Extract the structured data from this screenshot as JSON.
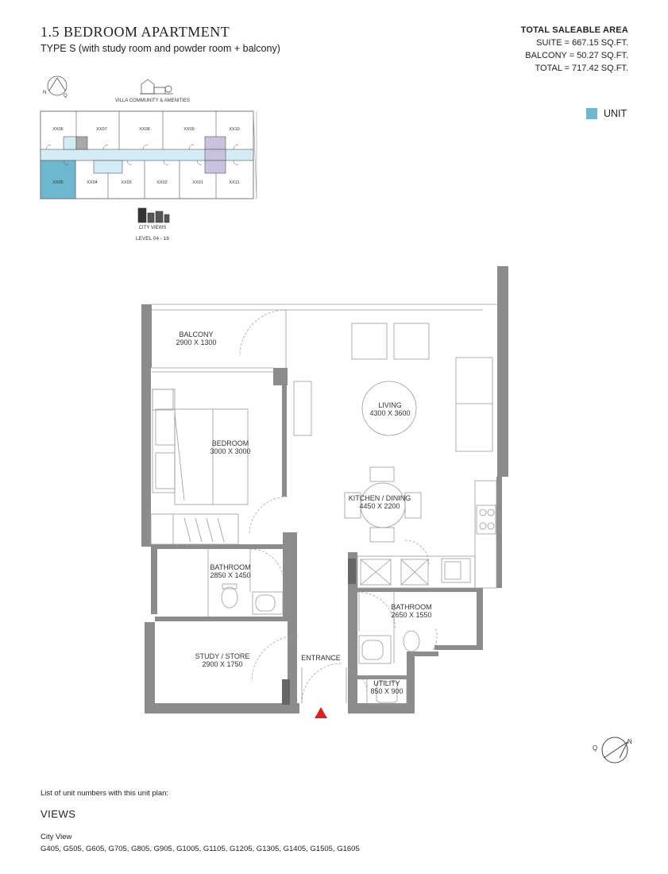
{
  "header": {
    "title": "1.5 BEDROOM APARTMENT",
    "subtitle": "TYPE S (with study room and powder room + balcony)"
  },
  "area": {
    "heading": "TOTAL SALEABLE AREA",
    "suite": "SUITE = 667.15 SQ.FT.",
    "balcony": "BALCONY = 50.27 SQ.FT.",
    "total": "TOTAL = 717.42 SQ.FT."
  },
  "legend": {
    "label": "UNIT",
    "color": "#6db7d1"
  },
  "keyplan": {
    "top_label": "VILLA COMMUNITY & AMENITIES",
    "bottom_label": "CITY VIEWS",
    "level": "LEVEL 04 - 16",
    "compass_n": "N",
    "compass_q": "Q",
    "top_units": [
      "XX06",
      "XX07",
      "XX08",
      "XX09",
      "XX10"
    ],
    "bottom_units": [
      "XX05",
      "XX04",
      "XX03",
      "XX02",
      "XX01",
      "XX11"
    ],
    "highlight_color": "#6db7d1",
    "core_color": "#a9a9a9",
    "lift_color": "#c9c3e0",
    "corridor_color": "#d3ebf4"
  },
  "rooms": {
    "balcony": {
      "name": "BALCONY",
      "size": "2900 X 1300"
    },
    "living": {
      "name": "LIVING",
      "size": "4300 X 3600"
    },
    "bedroom": {
      "name": "BEDROOM",
      "size": "3000 X 3000"
    },
    "kitchen": {
      "name": "KITCHEN / DINING",
      "size": "4450 X 2200"
    },
    "bathroom1": {
      "name": "BATHROOM",
      "size": "2850 X 1450"
    },
    "bathroom2": {
      "name": "BATHROOM",
      "size": "2650 X 1550"
    },
    "study": {
      "name": "STUDY / STORE",
      "size": "2900 X 1750"
    },
    "entrance": {
      "name": "ENTRANCE"
    },
    "utility": {
      "name": "UTILITY",
      "size": "850 X 900"
    }
  },
  "compass": {
    "n": "N",
    "q": "Q"
  },
  "footer": {
    "list_label": "List of unit numbers with this unit plan:",
    "views": "VIEWS",
    "city_view": "City View",
    "city_units": "G405, G505, G605, G705, G805, G905, G1005, G1105, G1205, G1305, G1405, G1505, G1605"
  },
  "colors": {
    "wall": "#8c8c8c",
    "line": "#777777",
    "entrance_marker": "#d9231f"
  }
}
